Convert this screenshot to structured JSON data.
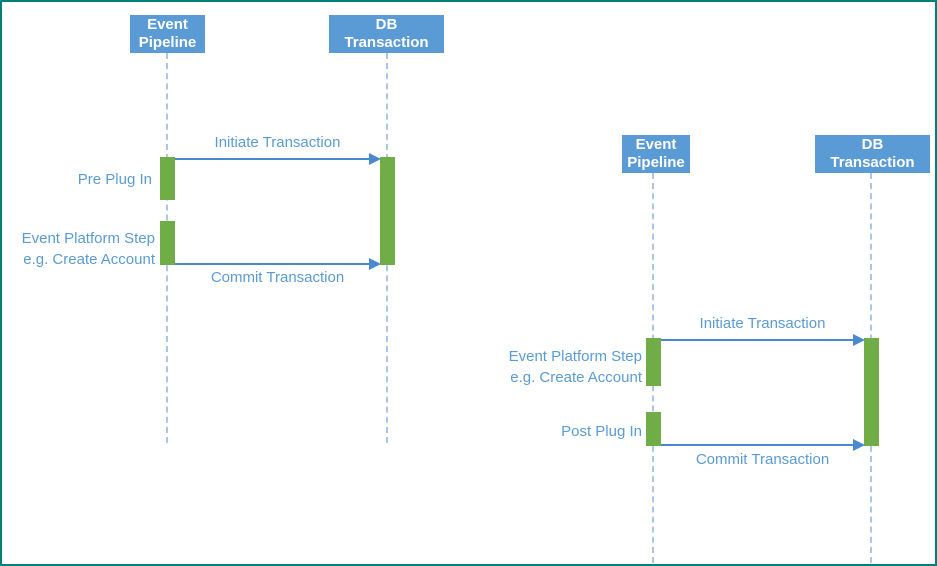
{
  "colors": {
    "border": "#00807d",
    "actor_fill": "#5b9bd5",
    "actor_text": "#ffffff",
    "lifeline": "#a9c7e7",
    "activation": "#70ad47",
    "message": "#4a89cf",
    "label": "#5b9bd5",
    "background": "#ffffff"
  },
  "diagrams": [
    {
      "position": "left",
      "actors": [
        {
          "line1": "Event",
          "line2": "Pipeline"
        },
        {
          "line1": "DB",
          "line2": "Transaction"
        }
      ],
      "messages": [
        {
          "label": "Initiate Transaction",
          "from": "Event Pipeline",
          "to": "DB Transaction"
        },
        {
          "label": "Commit Transaction",
          "from": "Event Pipeline",
          "to": "DB Transaction"
        }
      ],
      "activations": [
        {
          "label": "Pre Plug In",
          "lifeline": "Event Pipeline"
        },
        {
          "label_line1": "Event Platform Step",
          "label_line2": "e.g. Create Account",
          "lifeline": "Event Pipeline"
        },
        {
          "label": "",
          "lifeline": "DB Transaction"
        }
      ]
    },
    {
      "position": "right",
      "actors": [
        {
          "line1": "Event",
          "line2": "Pipeline"
        },
        {
          "line1": "DB",
          "line2": "Transaction"
        }
      ],
      "messages": [
        {
          "label": "Initiate Transaction",
          "from": "Event Pipeline",
          "to": "DB Transaction"
        },
        {
          "label": "Commit Transaction",
          "from": "Event Pipeline",
          "to": "DB Transaction"
        }
      ],
      "activations": [
        {
          "label_line1": "Event Platform Step",
          "label_line2": "e.g. Create Account",
          "lifeline": "Event Pipeline"
        },
        {
          "label": "Post Plug In",
          "lifeline": "Event Pipeline"
        },
        {
          "label": "",
          "lifeline": "DB Transaction"
        }
      ]
    }
  ]
}
